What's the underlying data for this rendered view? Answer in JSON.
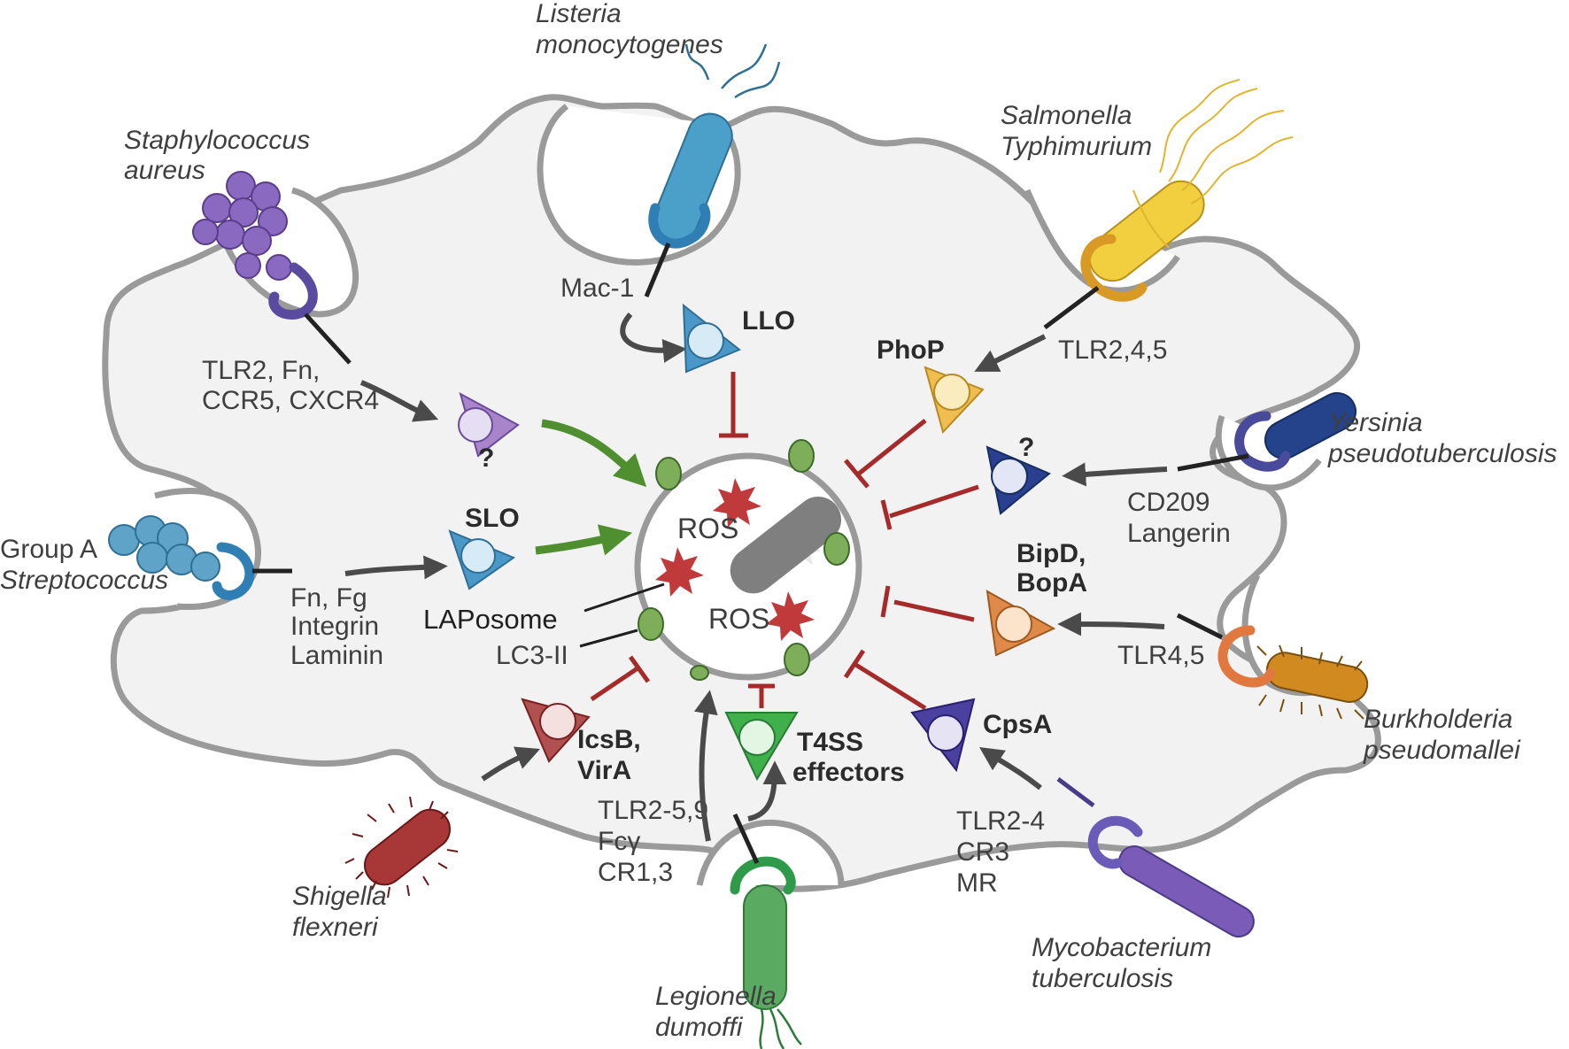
{
  "colors": {
    "cell_fill": "#f2f2f2",
    "cell_border": "#9a9a9a",
    "activate_arrow": "#4f8f2f",
    "inhibit": "#a52a2a",
    "signal_arrow": "#4a4a4a"
  },
  "pathogens": [
    {
      "id": "staph",
      "line1": "Staphylococcus",
      "line2": "aureus",
      "receptors": [
        "TLR2, Fn,",
        "CCR5, CXCR4"
      ],
      "effector": [
        "?"
      ],
      "effect": "activates",
      "color": "#7a5bb0"
    },
    {
      "id": "strep",
      "line1": "Group A",
      "line2": "Streptococcus",
      "receptors": [
        "Fn, Fg",
        "Integrin",
        "Laminin"
      ],
      "effector": [
        "SLO"
      ],
      "effect": "activates",
      "color": "#3d8fbf"
    },
    {
      "id": "listeria",
      "line1": "Listeria",
      "line2": "monocytogenes",
      "receptors": [
        "Mac-1"
      ],
      "effector": [
        "LLO"
      ],
      "effect": "inhibits",
      "color": "#3a8bb5"
    },
    {
      "id": "salmonella",
      "line1": "Salmonella",
      "line2": "Typhimurium",
      "receptors": [
        "TLR2,4,5"
      ],
      "effector": [
        "PhoP"
      ],
      "effect": "inhibits",
      "color": "#e8c33a"
    },
    {
      "id": "yersinia",
      "line1": "Yersinia",
      "line2": "pseudotuberculosis",
      "receptors": [
        "CD209",
        "Langerin"
      ],
      "effector": [
        "?"
      ],
      "effect": "inhibits",
      "color": "#2a3f7a"
    },
    {
      "id": "burkholderia",
      "line1": "Burkholderia",
      "line2": "pseudomallei",
      "receptors": [
        "TLR4,5"
      ],
      "effector": [
        "BipD,",
        "BopA"
      ],
      "effect": "inhibits",
      "color": "#e08a4a"
    },
    {
      "id": "mycobacterium",
      "line1": "Mycobacterium",
      "line2": "tuberculosis",
      "receptors": [
        "TLR2-4",
        "CR3",
        "MR"
      ],
      "effector": [
        "CpsA"
      ],
      "effect": "inhibits",
      "color": "#6a5bb0"
    },
    {
      "id": "legionella",
      "line1": "Legionella",
      "line2": "dumoffi",
      "receptors": [
        "TLR2-5,9",
        "Fcγ",
        "CR1,3"
      ],
      "effector": [
        "T4SS",
        "effectors"
      ],
      "effect": "inhibits",
      "color": "#4fa85a"
    },
    {
      "id": "shigella",
      "line1": "Shigella",
      "line2": "flexneri",
      "receptors": [],
      "effector": [
        "IcsB,",
        "VirA"
      ],
      "effect": "inhibits",
      "color": "#a33a3a"
    }
  ],
  "laposome": {
    "label": "LAPosome",
    "marker": "LC3-II",
    "ros": [
      "ROS",
      "ROS"
    ]
  }
}
